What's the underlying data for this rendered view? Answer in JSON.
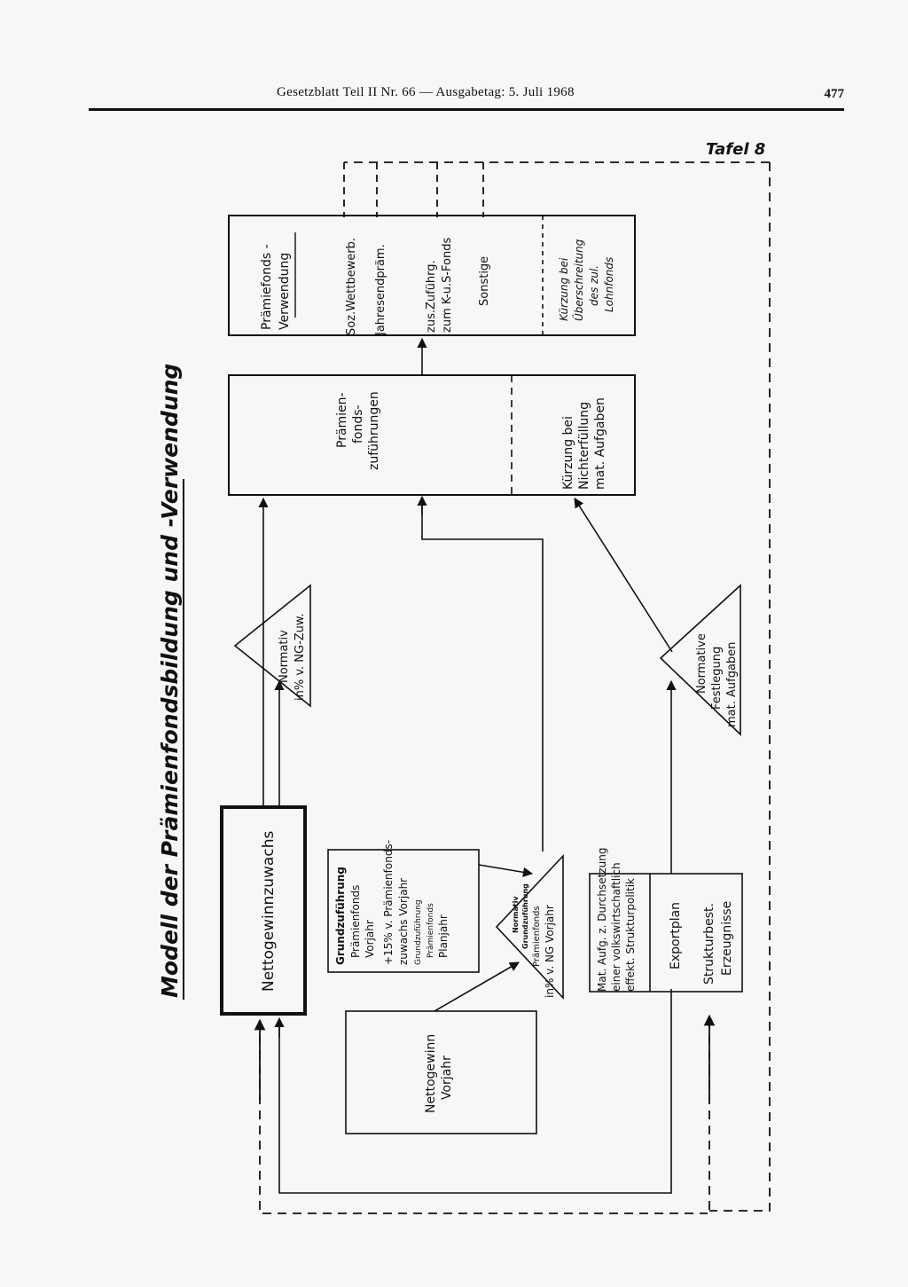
{
  "header": {
    "title": "Gesetzblatt Teil II Nr. 66 — Ausgabetag: 5. Juli 1968",
    "page_number": "477"
  },
  "tafel": "Tafel 8",
  "diagram": {
    "title": "Modell der Prämienfondsbildung und -Verwendung",
    "nodes": {
      "nettogewinnzuwachs": "Nettogewinnzuwachs",
      "normativ_ng": [
        "Normativ",
        "in% v. NG-Zuw."
      ],
      "praemienfonds_zufuehrungen": [
        "Prämien-",
        "fonds-",
        "zuführungen"
      ],
      "kuerzung_nichterfuellung": [
        "Kürzung bei",
        "Nichterfüllung",
        "mat. Aufgaben"
      ],
      "verwendung_title": [
        "Prämiefonds -",
        "Verwendung"
      ],
      "verwendung_items": [
        "Soz.Wettbewerb.",
        "Jahresendpräm.",
        "zus.Zuführg.",
        "zum K-u.S-Fonds",
        "Sonstige"
      ],
      "kuerzung_ueberschreitung": [
        "Kürzung bei",
        "Überschreitung",
        "des zul.",
        "Lohnfonds"
      ],
      "normative_festlegung": [
        "Normative",
        "Festlegung",
        "mat. Aufgaben"
      ],
      "grundzufuehrung": [
        "Grundzuführung",
        "Prämienfonds",
        "Vorjahr",
        "+15% v. Prämienfonds-",
        "zuwachs Vorjahr",
        "Grundzuführung",
        "Prämienfonds",
        "Planjahr"
      ],
      "normativ_grund": [
        "Normativ",
        "Grundzuführung",
        "Prämienfonds",
        "in% v. NG Vorjahr"
      ],
      "nettogewinn_vorjahr": [
        "Nettogewinn",
        "Vorjahr"
      ],
      "mat_aufgaben": [
        "Mat. Aufg. z. Durchsetzung",
        "einer volkswirtschaftlich",
        "effekt. Strukturpolitik"
      ],
      "exportplan": "Exportplan",
      "strukturbest": [
        "Strukturbest.",
        "Erzeugnisse"
      ]
    }
  }
}
